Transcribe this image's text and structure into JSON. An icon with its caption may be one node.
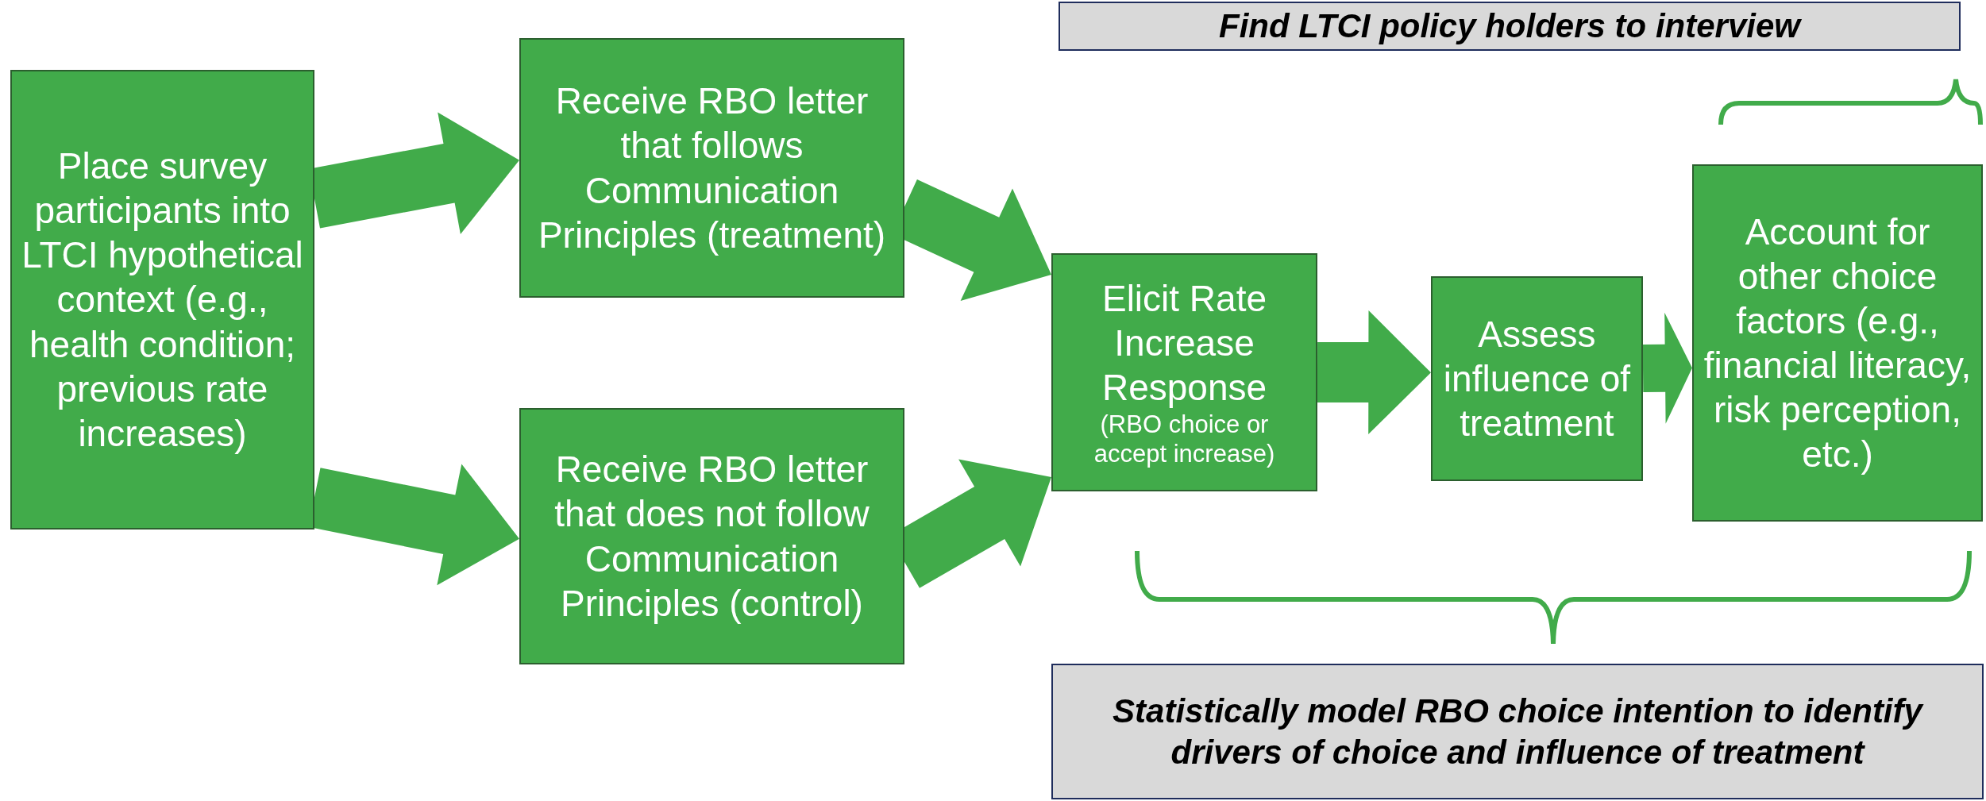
{
  "diagram": {
    "nodes": [
      {
        "text": [
          "Place survey participants into LTCI hypothetical context (e.g., health condition; previous rate increases)"
        ]
      },
      {
        "text": [
          "Receive RBO letter that follows Communication Principles (treatment)"
        ]
      },
      {
        "text": [
          "Receive RBO letter that does not follow Communication Principles (control)"
        ]
      },
      {
        "text": [
          "Elicit Rate Increase Response",
          "(RBO choice or accept increase)"
        ]
      },
      {
        "text": [
          "Assess influence of treatment"
        ]
      },
      {
        "text": [
          "Account for other choice factors (e.g., financial literacy, risk perception, etc.)"
        ]
      },
      {
        "text": [
          "Find LTCI policy holders to interview"
        ]
      },
      {
        "text": [
          "Statistically model RBO choice intention to identify drivers of choice and influence of treatment"
        ]
      }
    ],
    "edges": [
      {
        "from": 0,
        "to": 1,
        "arrow": "to"
      },
      {
        "from": 0,
        "to": 2,
        "arrow": "to"
      },
      {
        "from": 1,
        "to": 3,
        "arrow": "to"
      },
      {
        "from": 2,
        "to": 3,
        "arrow": "to"
      },
      {
        "from": 3,
        "to": 4,
        "arrow": "to"
      },
      {
        "from": 4,
        "to": 5,
        "arrow": "to"
      }
    ]
  }
}
